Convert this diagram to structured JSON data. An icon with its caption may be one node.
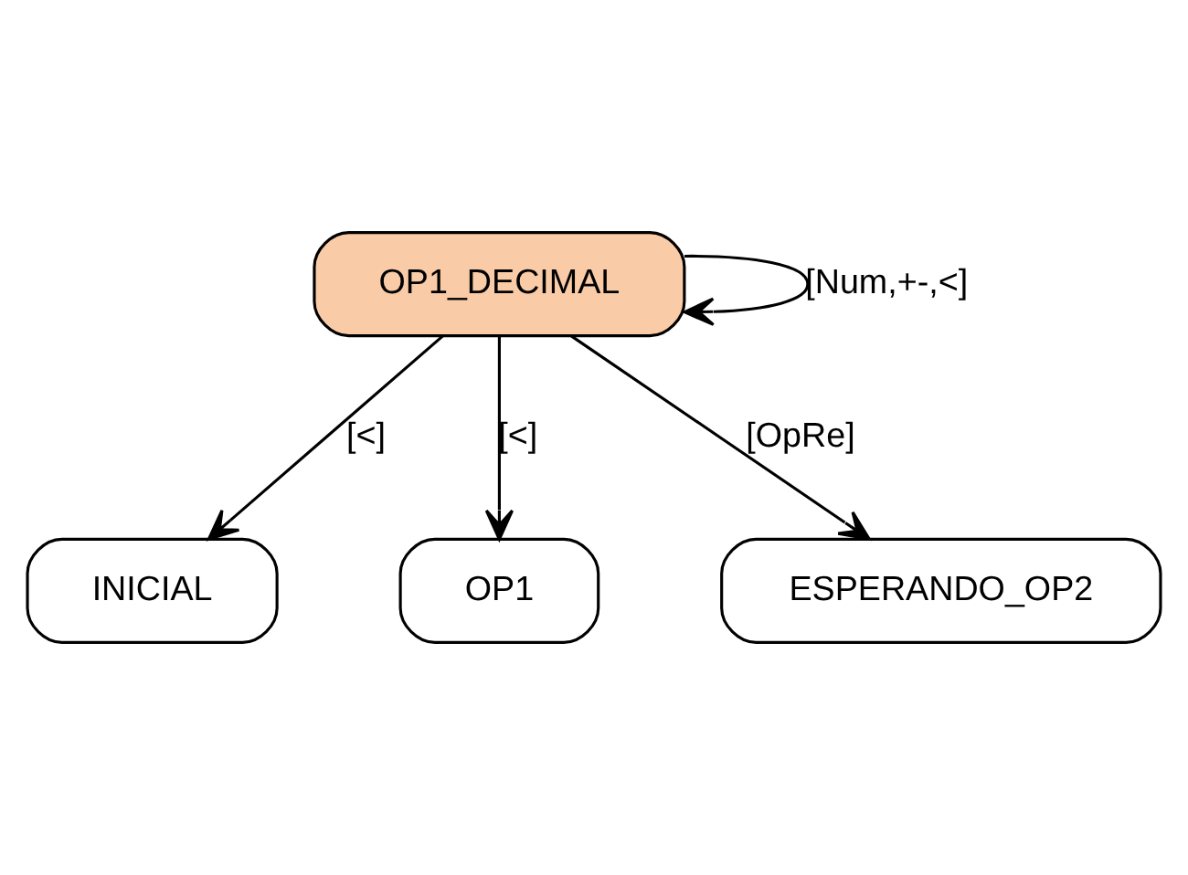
{
  "diagram": {
    "nodes": [
      {
        "text": [
          "INICIAL"
        ]
      },
      {
        "text": [
          "OP1_DECIMAL"
        ]
      },
      {
        "text": [
          "OP1"
        ]
      },
      {
        "text": [
          "ESPERANDO_OP2"
        ]
      }
    ],
    "edges": [
      {
        "from": 1,
        "to": 0,
        "arrow": "to",
        "label": "[<]"
      },
      {
        "from": 1,
        "to": 1,
        "arrow": "to",
        "label": "[Num,+-,<]"
      },
      {
        "from": 1,
        "to": 2,
        "arrow": "to",
        "label": "[<]"
      },
      {
        "from": 1,
        "to": 3,
        "arrow": "to",
        "label": "[OpRe]"
      }
    ]
  }
}
